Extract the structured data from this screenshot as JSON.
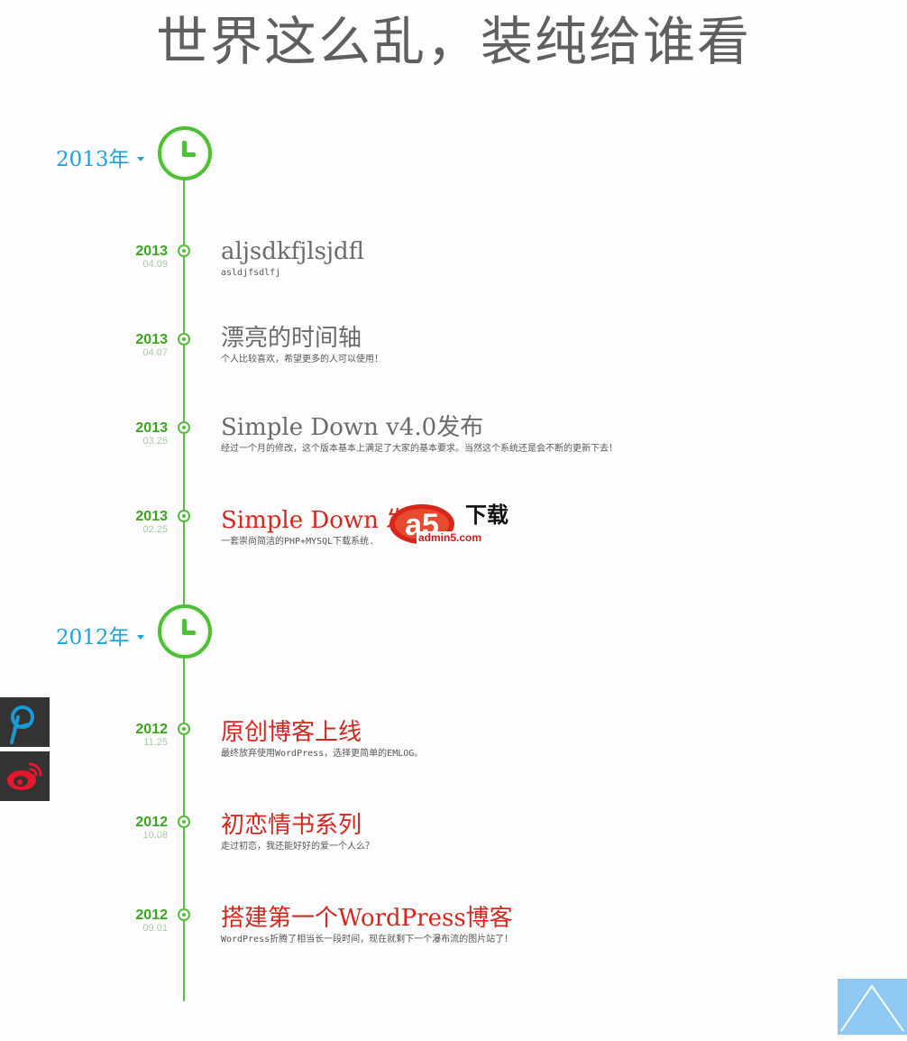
{
  "page": {
    "title": "世界这么乱，装纯给谁看"
  },
  "timeline": [
    {
      "year_label": "2013年",
      "entries": [
        {
          "year": "2013",
          "date": "04.09",
          "title": "aljsdkfjlsjdfl",
          "desc": "asldjfsdlfj",
          "highlight": false
        },
        {
          "year": "2013",
          "date": "04.07",
          "title": "漂亮的时间轴",
          "desc": "个人比较喜欢，希望更多的人可以使用！",
          "highlight": false
        },
        {
          "year": "2013",
          "date": "03.26",
          "title": "Simple Down v4.0发布",
          "desc": "经过一个月的修改，这个版本基本上满足了大家的基本要求。当然这个系统还是会不断的更新下去！",
          "highlight": false
        },
        {
          "year": "2013",
          "date": "02.25",
          "title": "Simple Down 发",
          "desc": "一套崇尚简洁的PHP+MYSQL下载系统.",
          "highlight": true
        }
      ]
    },
    {
      "year_label": "2012年",
      "entries": [
        {
          "year": "2012",
          "date": "11.25",
          "title": "原创博客上线",
          "desc": "最终放弃使用WordPress，选择更简单的EMLOG。",
          "highlight": true
        },
        {
          "year": "2012",
          "date": "10.08",
          "title": "初恋情书系列",
          "desc": "走过初恋，我还能好好的爱一个人么？",
          "highlight": true
        },
        {
          "year": "2012",
          "date": "09.01",
          "title": "搭建第一个WordPress博客",
          "desc": "WordPress折腾了相当长一段时间，现在就剩下一个瀑布流的图片站了！",
          "highlight": true
        }
      ]
    }
  ],
  "watermark": {
    "brand_char": "a5",
    "download_text": "下载",
    "site": "admin5.com"
  },
  "colors": {
    "accent_green": "#4fbf35",
    "year_blue": "#1aa3e0",
    "highlight_red": "#d9261c",
    "title_gray": "#5f5f5f",
    "back_top_blue": "#8fc9f3",
    "social_bg": "#333333",
    "pengyou_icon": "#1a9ad6",
    "weibo_icon": "#e6162d"
  },
  "icons": {
    "year_marker": "clock-icon",
    "entry_marker": "circle-dot-icon",
    "year_toggle": "caret-down-icon",
    "social_1": "pengyou-icon",
    "social_2": "weibo-icon",
    "back_to_top": "chevron-up-icon"
  }
}
